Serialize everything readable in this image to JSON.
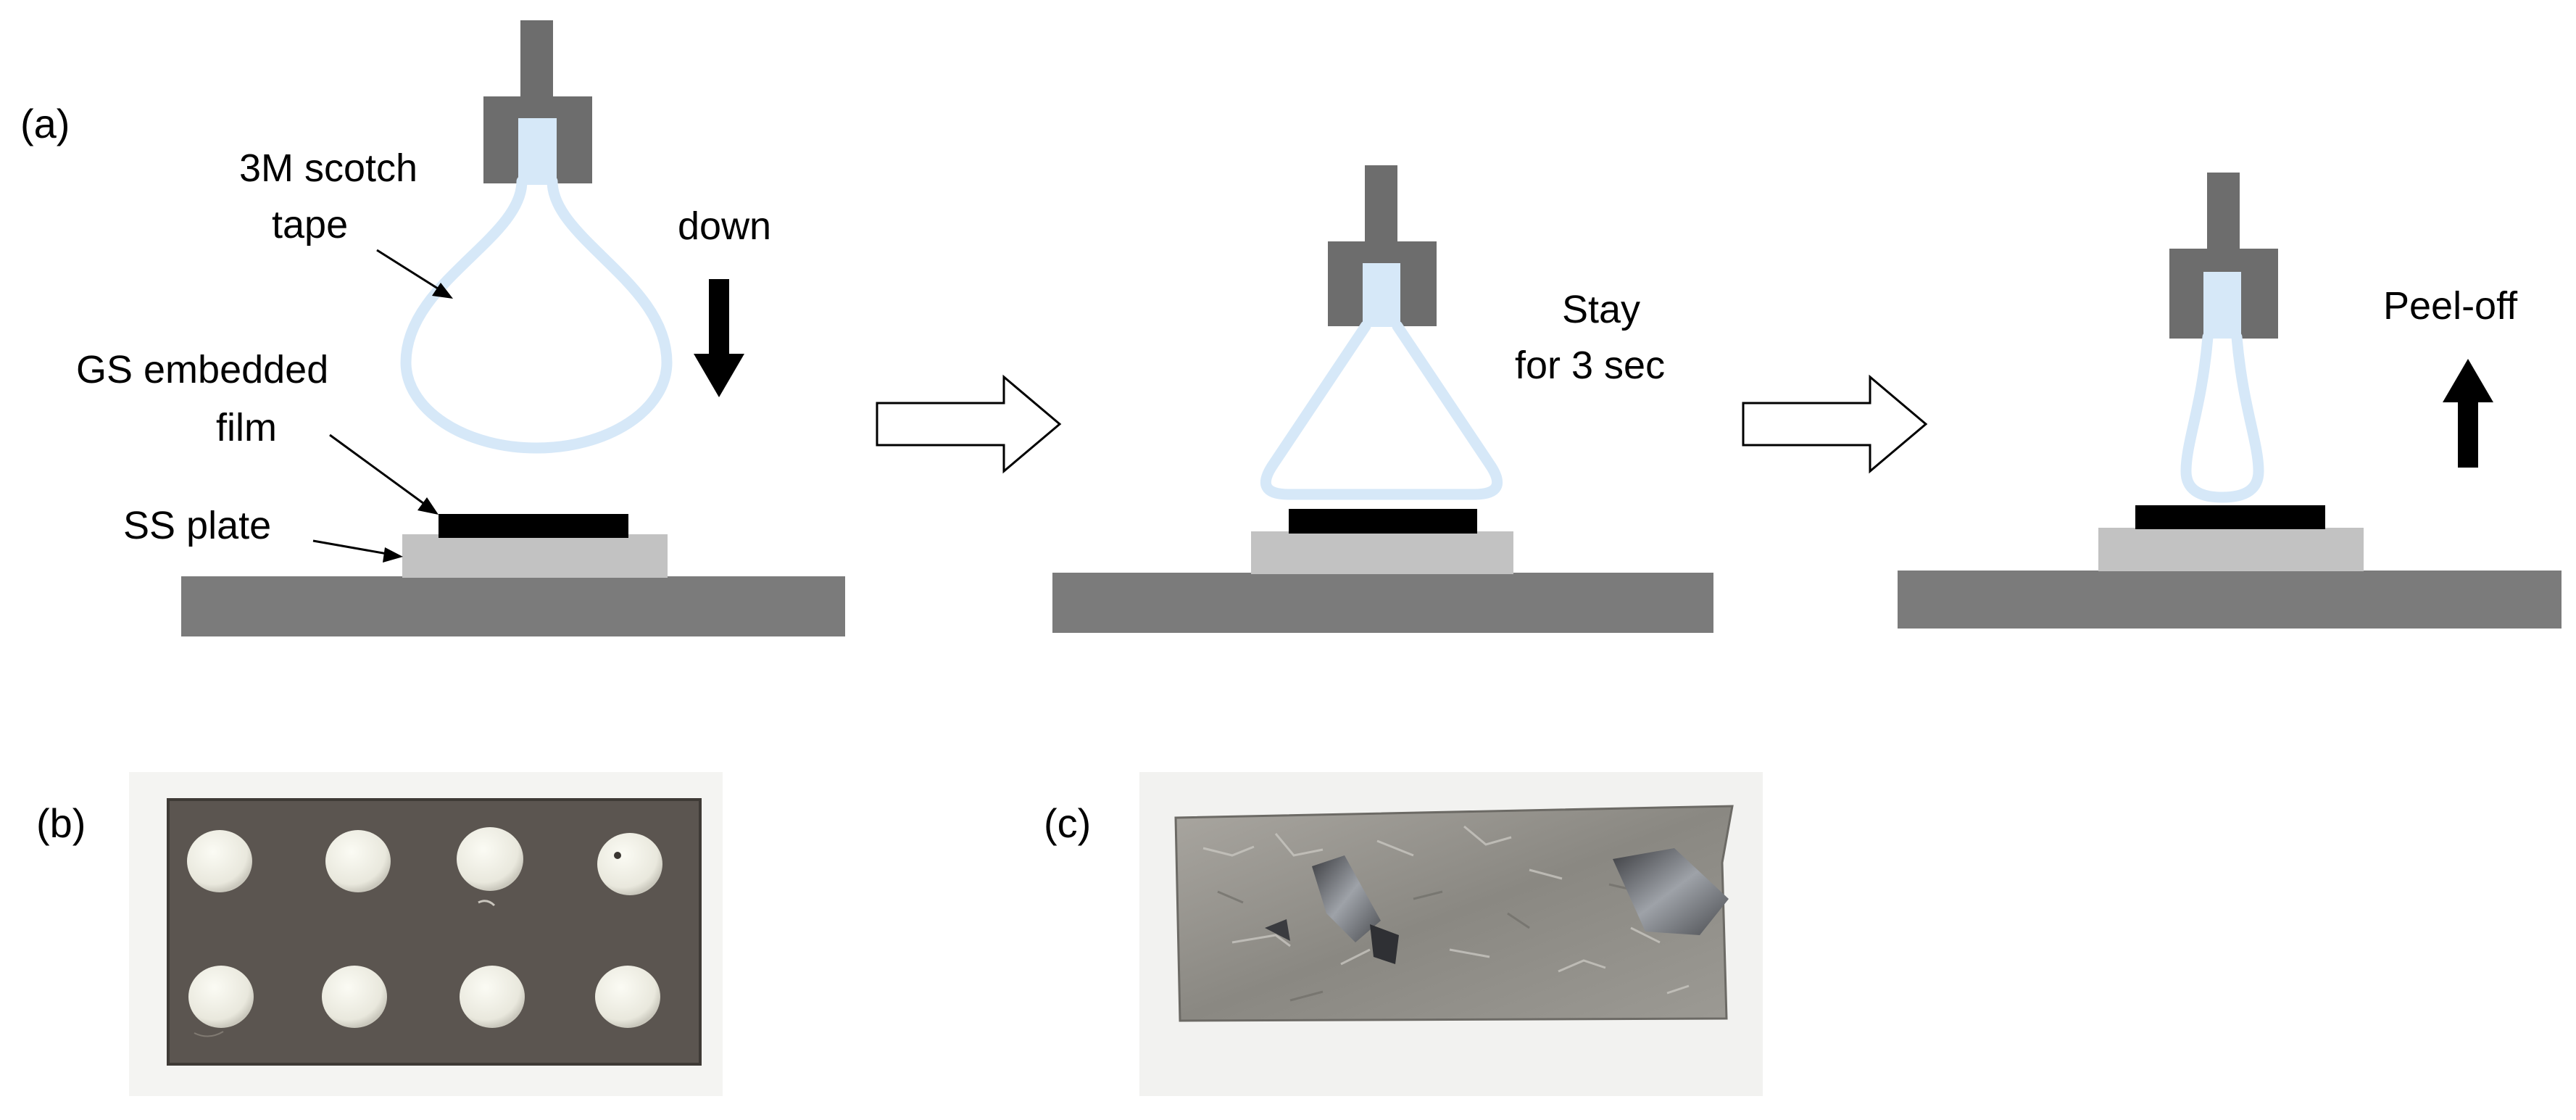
{
  "panels": {
    "a": {
      "label": "(a)",
      "annotations": {
        "tape": [
          "3M scotch",
          "tape"
        ],
        "film": [
          "GS embedded",
          "film"
        ],
        "plate": "SS plate",
        "down": "down",
        "stay": [
          "Stay",
          "for 3 sec"
        ],
        "peel": "Peel-off"
      }
    },
    "b": {
      "label": "(b)"
    },
    "c": {
      "label": "(c)"
    }
  },
  "colors": {
    "base": "#7b7b7b",
    "plate": "#c2c2c2",
    "film": "#000000",
    "tape": "#d6e8f8",
    "holder": "#6d6d6d",
    "arrow": "#000000",
    "photo_b_bg": "#5b5550",
    "photo_c_bg": "#8e8c87"
  }
}
